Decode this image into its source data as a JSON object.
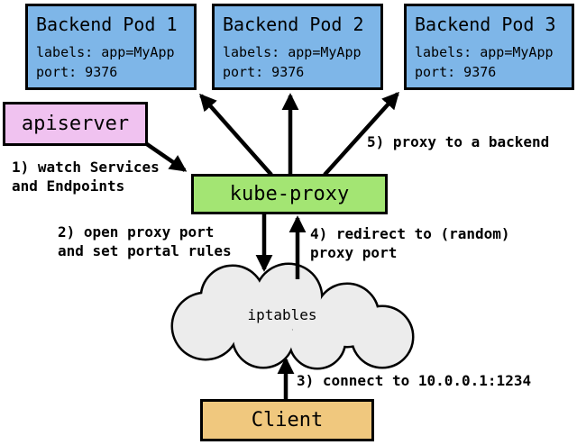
{
  "pods": [
    {
      "title": "Backend Pod 1",
      "labels": "labels: app=MyApp",
      "port": "port: 9376"
    },
    {
      "title": "Backend Pod 2",
      "labels": "labels: app=MyApp",
      "port": "port: 9376"
    },
    {
      "title": "Backend Pod 3",
      "labels": "labels: app=MyApp",
      "port": "port: 9376"
    }
  ],
  "apiserver": {
    "label": "apiserver"
  },
  "kube_proxy": {
    "label": "kube-proxy"
  },
  "iptables_cloud": {
    "label": "iptables"
  },
  "client": {
    "label": "Client"
  },
  "annotations": {
    "step1": {
      "line1": "1) watch Services",
      "line2": "and Endpoints"
    },
    "step2": {
      "line1": "2) open proxy port",
      "line2": "and set portal rules"
    },
    "step3": {
      "line1": "3) connect to 10.0.0.1:1234"
    },
    "step4": {
      "line1": "4) redirect to (random)",
      "line2": "proxy port"
    },
    "step5": {
      "line1": "5) proxy to a backend"
    }
  },
  "colors": {
    "pod_fill": "#7EB6E8",
    "apiserver_fill": "#F0C2F0",
    "kube_proxy_fill": "#A3E573",
    "client_fill": "#F0C87E",
    "cloud_fill": "#ECECEC",
    "outline": "#000000"
  }
}
